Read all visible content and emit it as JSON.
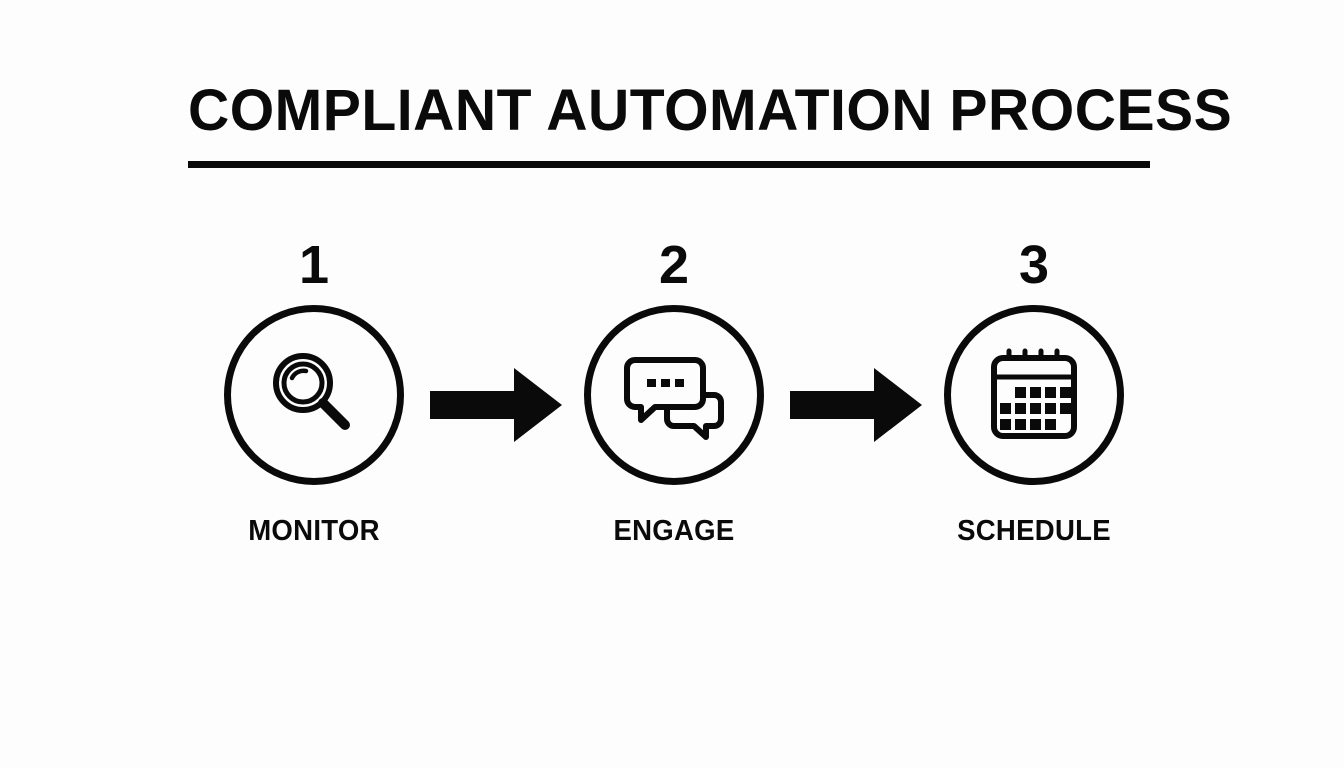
{
  "slide": {
    "title": "COMPLIANT AUTOMATION PROCESS",
    "background_color": "#fdfdfd",
    "ink_color": "#0a0a0a"
  },
  "steps": [
    {
      "number": "1",
      "label": "MONITOR",
      "icon": "magnifying-glass-icon"
    },
    {
      "number": "2",
      "label": "ENGAGE",
      "icon": "chat-bubbles-icon"
    },
    {
      "number": "3",
      "label": "SCHEDULE",
      "icon": "calendar-icon"
    }
  ],
  "connectors": [
    {
      "icon": "arrow-right-icon"
    },
    {
      "icon": "arrow-right-icon"
    }
  ]
}
